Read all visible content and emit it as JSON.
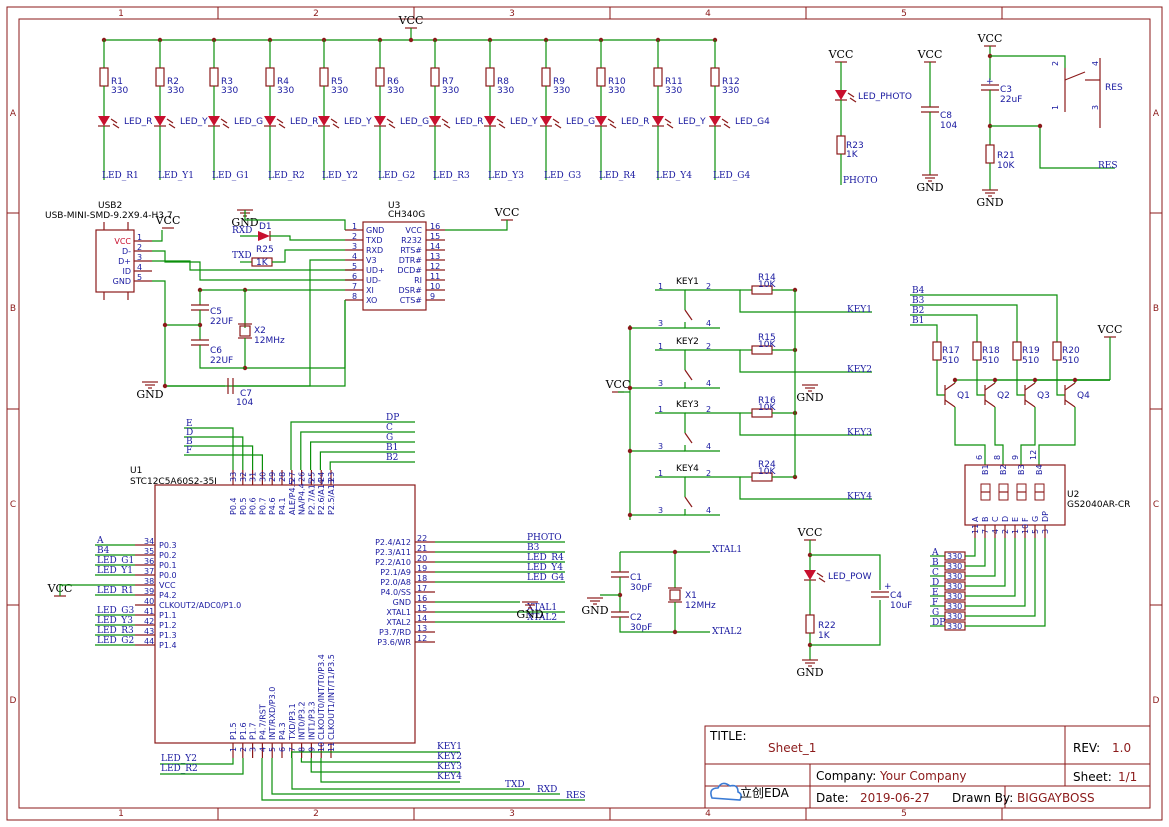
{
  "frame": {
    "cols": [
      "1",
      "2",
      "3",
      "4",
      "5"
    ],
    "rows": [
      "A",
      "B",
      "C",
      "D"
    ]
  },
  "title_block": {
    "title_label": "TITLE:",
    "title": "Sheet_1",
    "rev_label": "REV:",
    "rev": "1.0",
    "company_label": "Company:",
    "company": "Your Company",
    "sheet_label": "Sheet:",
    "sheet": "1/1",
    "date_label": "Date:",
    "date": "2019-06-27",
    "drawn_label": "Drawn By:",
    "drawn_by": "BIGGAYBOSS",
    "logo": "立创EDA"
  },
  "power": {
    "vcc": "VCC",
    "gnd": "GND"
  },
  "led_bank": {
    "resistors": [
      {
        "ref": "R1",
        "val": "330"
      },
      {
        "ref": "R2",
        "val": "330"
      },
      {
        "ref": "R3",
        "val": "330"
      },
      {
        "ref": "R4",
        "val": "330"
      },
      {
        "ref": "R5",
        "val": "330"
      },
      {
        "ref": "R6",
        "val": "330"
      },
      {
        "ref": "R7",
        "val": "330"
      },
      {
        "ref": "R8",
        "val": "330"
      },
      {
        "ref": "R9",
        "val": "330"
      },
      {
        "ref": "R10",
        "val": "330"
      },
      {
        "ref": "R11",
        "val": "330"
      },
      {
        "ref": "R12",
        "val": "330"
      }
    ],
    "led_labels": [
      "LED_R",
      "LED_Y",
      "LED_G",
      "LED_R",
      "LED_Y",
      "LED_G",
      "LED_R",
      "LED_Y",
      "LED_G",
      "LED_R",
      "LED_Y",
      "LED_G4"
    ],
    "nets": [
      "LED_R1",
      "LED_Y1",
      "LED_G1",
      "LED_R2",
      "LED_Y2",
      "LED_G2",
      "LED_R3",
      "LED_Y3",
      "LED_G3",
      "LED_R4",
      "LED_Y4",
      "LED_G4"
    ]
  },
  "photo": {
    "led": "LED_PHOTO",
    "r_ref": "R23",
    "r_val": "1K",
    "net": "PHOTO"
  },
  "c8": {
    "ref": "C8",
    "val": "104"
  },
  "reset": {
    "c_ref": "C3",
    "c_val": "22uF",
    "r_ref": "R21",
    "r_val": "10K",
    "sw": "RES",
    "net": "RES",
    "pins": [
      "2",
      "4",
      "1",
      "3"
    ]
  },
  "usb": {
    "title1": "USB2",
    "title2": "USB-MINI-SMD-9.2X9.4-H3.7",
    "pins": [
      "VCC",
      "D-",
      "D+",
      "ID",
      "GND"
    ],
    "nums": [
      "1",
      "2",
      "3",
      "4",
      "5"
    ]
  },
  "ch340": {
    "title1": "U3",
    "title2": "CH340G",
    "left": [
      "GND",
      "TXD",
      "RXD",
      "V3",
      "UD+",
      "UD-",
      "XI",
      "XO"
    ],
    "left_nums": [
      "1",
      "2",
      "3",
      "4",
      "5",
      "6",
      "7",
      "8"
    ],
    "right": [
      "VCC",
      "R232",
      "RTS#",
      "DTR#",
      "DCD#",
      "RI",
      "DSR#",
      "CTS#"
    ],
    "right_nums": [
      "16",
      "15",
      "14",
      "13",
      "12",
      "11",
      "10",
      "9"
    ],
    "d1": "D1",
    "r25": "R25",
    "r25_val": "1K",
    "rxd": "RXD",
    "txd": "TXD"
  },
  "crystal2": {
    "c5": "C5",
    "c5v": "22UF",
    "c6": "C6",
    "c6v": "22UF",
    "x2": "X2",
    "x2v": "12MHz",
    "c7": "C7",
    "c7v": "104"
  },
  "keys": [
    {
      "ref": "KEY1",
      "r": "R14",
      "rv": "10K",
      "net": "KEY1"
    },
    {
      "ref": "KEY2",
      "r": "R15",
      "rv": "10K",
      "net": "KEY2"
    },
    {
      "ref": "KEY3",
      "r": "R16",
      "rv": "10K",
      "net": "KEY3"
    },
    {
      "ref": "KEY4",
      "r": "R24",
      "rv": "10K",
      "net": "KEY4"
    }
  ],
  "key_pins": [
    "1",
    "2",
    "3",
    "4"
  ],
  "digits": {
    "nets": [
      "B4",
      "B3",
      "B2",
      "B1"
    ],
    "resistors": [
      {
        "ref": "R17",
        "val": "510"
      },
      {
        "ref": "R18",
        "val": "510"
      },
      {
        "ref": "R19",
        "val": "510"
      },
      {
        "ref": "R20",
        "val": "510"
      }
    ],
    "q": [
      "Q1",
      "Q2",
      "Q3",
      "Q4"
    ],
    "u2": "U2",
    "u2v": "GS2040AR-CR",
    "top_pins": [
      "6",
      "8",
      "9",
      "12"
    ],
    "bits": [
      "B1",
      "B2",
      "B3",
      "B4"
    ],
    "seg_names": [
      "A",
      "B",
      "C",
      "D",
      "E",
      "F",
      "G",
      "DP"
    ],
    "seg_pins": [
      "11",
      "7",
      "4",
      "2",
      "1",
      "10",
      "5",
      "3"
    ],
    "seg_res": "330"
  },
  "mcu": {
    "ref": "U1",
    "val": "STC12C5A60S2-35I",
    "top": [
      {
        "n": "33",
        "l": "P0.4"
      },
      {
        "n": "32",
        "l": "P0.5"
      },
      {
        "n": "31",
        "l": "P0.6"
      },
      {
        "n": "30",
        "l": "P0.7"
      },
      {
        "n": "29",
        "l": "P4.6"
      },
      {
        "n": "28",
        "l": "P4.1"
      },
      {
        "n": "27",
        "l": "ALE/P4.5"
      },
      {
        "n": "26",
        "l": "NA/P4.4"
      },
      {
        "n": "25",
        "l": "P2.7/A15"
      },
      {
        "n": "24",
        "l": "P2.6/A14"
      },
      {
        "n": "23",
        "l": "P2.5/A13"
      }
    ],
    "top_nets": [
      "DP",
      "C",
      "G",
      "B1",
      "B2"
    ],
    "top_left_nets": [
      "E",
      "D",
      "B",
      "F"
    ],
    "left": [
      {
        "n": "34",
        "l": "P0.3",
        "net": "A"
      },
      {
        "n": "35",
        "l": "P0.2",
        "net": "B4"
      },
      {
        "n": "36",
        "l": "P0.1",
        "net": "LED_G1"
      },
      {
        "n": "37",
        "l": "P0.0",
        "net": "LED_Y1"
      },
      {
        "n": "38",
        "l": "VCC",
        "net": ""
      },
      {
        "n": "39",
        "l": "P4.2",
        "net": "LED_R1"
      },
      {
        "n": "40",
        "l": "CLKOUT2/ADC0/P1.0",
        "net": ""
      },
      {
        "n": "41",
        "l": "P1.1",
        "net": "LED_G3"
      },
      {
        "n": "42",
        "l": "P1.2",
        "net": "LED_Y3"
      },
      {
        "n": "43",
        "l": "P1.3",
        "net": "LED_R3"
      },
      {
        "n": "44",
        "l": "P1.4",
        "net": "LED_G2"
      }
    ],
    "right": [
      {
        "n": "22",
        "l": "P2.4/A12",
        "net": "PHOTO"
      },
      {
        "n": "21",
        "l": "P2.3/A11",
        "net": "B3"
      },
      {
        "n": "20",
        "l": "P2.2/A10",
        "net": "LED_R4"
      },
      {
        "n": "19",
        "l": "P2.1/A9",
        "net": "LED_Y4"
      },
      {
        "n": "18",
        "l": "P2.0/A8",
        "net": "LED_G4"
      },
      {
        "n": "17",
        "l": "P4.0/SS",
        "net": ""
      },
      {
        "n": "16",
        "l": "GND",
        "net": ""
      },
      {
        "n": "15",
        "l": "XTAL1",
        "net": "XTAL1"
      },
      {
        "n": "14",
        "l": "XTAL2",
        "net": "XTAL2"
      },
      {
        "n": "13",
        "l": "P3.7/RD",
        "net": ""
      },
      {
        "n": "12",
        "l": "P3.6/WR",
        "net": ""
      }
    ],
    "bottom": [
      {
        "n": "1",
        "l": "P1.5"
      },
      {
        "n": "2",
        "l": "P1.6"
      },
      {
        "n": "3",
        "l": "P1.7"
      },
      {
        "n": "4",
        "l": "P4.7/RST"
      },
      {
        "n": "5",
        "l": "INT/RXD/P3.0"
      },
      {
        "n": "6",
        "l": "P4.3"
      },
      {
        "n": "7",
        "l": "TXD/P3.1"
      },
      {
        "n": "8",
        "l": "INT0/P3.2"
      },
      {
        "n": "9",
        "l": "INT1/P3.3"
      },
      {
        "n": "10",
        "l": "CLKOUT0/INT/T0/P3.4"
      },
      {
        "n": "11",
        "l": "CLKOUT1/INT/T1/P3.5"
      }
    ],
    "bottom_nets": [
      "LED_Y2",
      "LED_R2",
      "KEY1",
      "KEY2",
      "KEY3",
      "KEY4",
      "TXD",
      "RXD",
      "RES"
    ]
  },
  "xtal1": {
    "c1": "C1",
    "c1v": "30pF",
    "c2": "C2",
    "c2v": "30pF",
    "x1": "X1",
    "x1v": "12MHz",
    "n1": "XTAL1",
    "n2": "XTAL2"
  },
  "pow": {
    "led": "LED_POW",
    "r": "R22",
    "rv": "1K",
    "c": "C4",
    "cv": "10uF"
  }
}
